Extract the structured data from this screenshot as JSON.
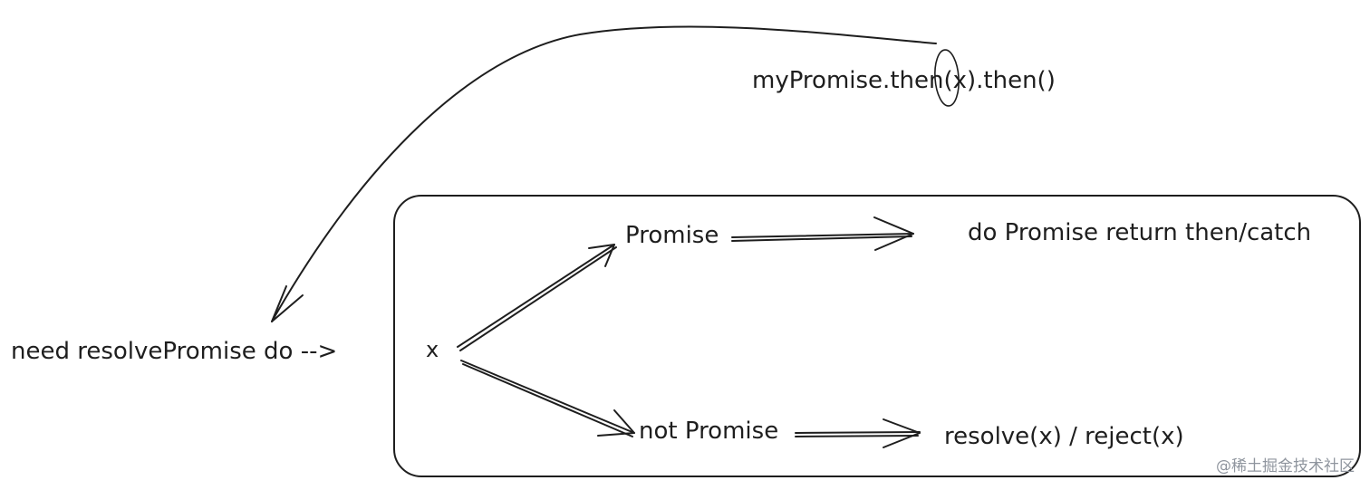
{
  "code_call": "myPromise.then(x).then()",
  "need_label": "need resolvePromise do -->",
  "input_var": "x",
  "branch_promise": "Promise",
  "branch_not_promise": "not Promise",
  "result_promise": "do Promise return then/catch",
  "result_not_promise": "resolve(x) / reject(x)",
  "watermark": "@稀土掘金技术社区"
}
